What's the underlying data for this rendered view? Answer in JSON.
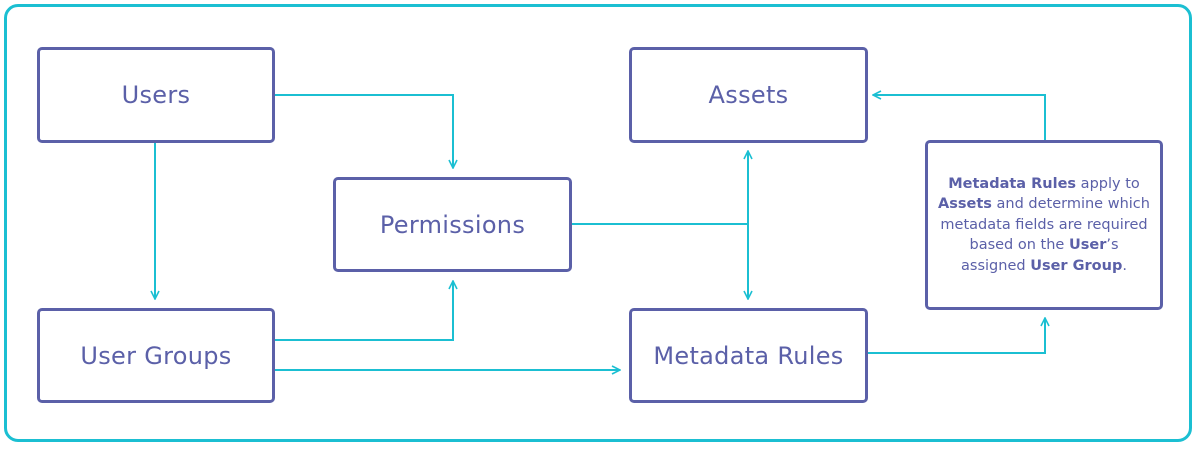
{
  "colors": {
    "border": "#1bbfd2",
    "box": "#5b60a8",
    "connector": "#1bbfd2"
  },
  "nodes": {
    "users": "Users",
    "permissions": "Permissions",
    "user_groups": "User Groups",
    "assets": "Assets",
    "metadata_rules": "Metadata Rules"
  },
  "note": {
    "t1": "Metadata Rules",
    "t2": " apply to ",
    "t3": "Assets",
    "t4": " and determine which metadata fields are required based on the ",
    "t5": "User",
    "t6": "’s assigned ",
    "t7": "User Group",
    "t8": "."
  }
}
